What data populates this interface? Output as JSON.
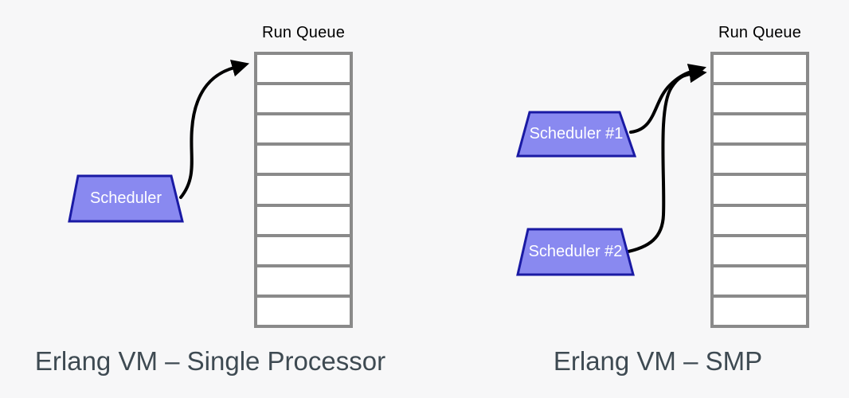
{
  "canvas": {
    "background": "#f7f7f8"
  },
  "colors": {
    "canvas_bg": "#f7f7f8",
    "queue_border": "#8a8a8a",
    "queue_slot_fill": "#ffffff",
    "scheduler_fill": "#8989f0",
    "scheduler_border": "#1a1aa4",
    "scheduler_text": "#ffffff",
    "caption_text": "#3e4a52",
    "arrow": "#000000",
    "queue_title_text": "#000000"
  },
  "panels": [
    {
      "caption": "Erlang VM – Single Processor",
      "run_queue": {
        "title": "Run Queue",
        "slots": 9
      },
      "schedulers": [
        {
          "label": "Scheduler"
        }
      ]
    },
    {
      "caption": "Erlang VM – SMP",
      "run_queue": {
        "title": "Run Queue",
        "slots": 9
      },
      "schedulers": [
        {
          "label": "Scheduler #1"
        },
        {
          "label": "Scheduler #2"
        }
      ]
    }
  ]
}
